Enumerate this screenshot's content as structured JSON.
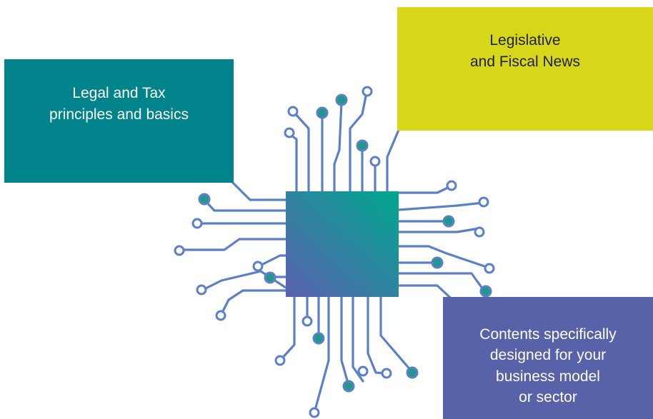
{
  "boxes": {
    "legal_basics": "Legal and Tax\nprinciples and basics",
    "legislative_news": "Legislative\nand Fiscal News",
    "tailored_contents": "Contents specifically\ndesigned for your\nbusiness model\nor sector"
  },
  "colors": {
    "legal_box": "#00838a",
    "news_box": "#d7d719",
    "contents_box": "#5762a9",
    "circuit_trace": "#5b7fc9",
    "node_fill": "#1f9a8a",
    "chip_gradient_start": "#00a88e",
    "chip_gradient_end": "#5b5fb0"
  },
  "graphic": {
    "name": "circuit-chip-icon"
  }
}
